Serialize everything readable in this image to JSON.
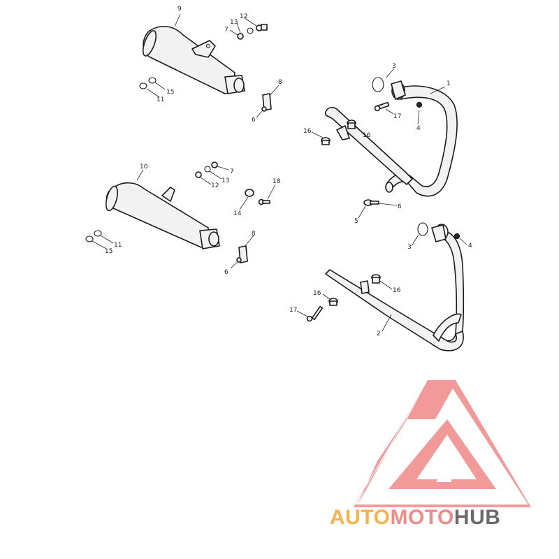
{
  "diagram": {
    "callouts": {
      "c1": "1",
      "c2": "2",
      "c3a": "3",
      "c3b": "3",
      "c4a": "4",
      "c4b": "4",
      "c5": "5",
      "c6a": "6",
      "c6b": "6",
      "c6c": "6",
      "c7a": "7",
      "c7b": "7",
      "c8a": "8",
      "c8b": "8",
      "c9": "9",
      "c10": "10",
      "c11a": "11",
      "c11b": "11",
      "c12a": "12",
      "c12b": "12",
      "c13a": "13",
      "c13b": "13",
      "c14": "14",
      "c15a": "15",
      "c15b": "15",
      "c16a": "16",
      "c16b": "16",
      "c16c": "16",
      "c16d": "16",
      "c17a": "17",
      "c17b": "17",
      "c18": "18"
    }
  },
  "watermark": {
    "brand": "AUTOMOTOHUB",
    "parts": [
      "AUTO",
      "MOTO",
      "HUB"
    ],
    "colors": {
      "auto": "#f7b24a",
      "moto": "#f08b8b",
      "hub": "#6b6b6b",
      "mark": "#f29a9a"
    }
  }
}
